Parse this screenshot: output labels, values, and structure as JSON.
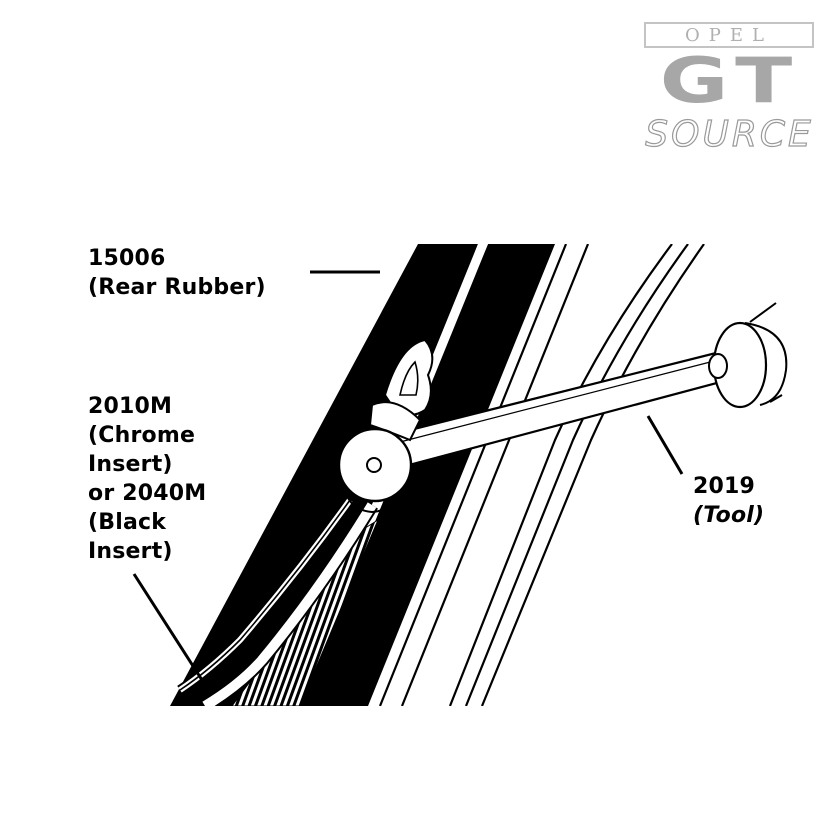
{
  "logo": {
    "brand": "OPEL",
    "model": "GT",
    "tagline": "SOURCE",
    "color": "#a7a7a7"
  },
  "labels": {
    "rear_rubber": {
      "part_number": "15006",
      "description": "(Rear Rubber)"
    },
    "insert": {
      "line1": "2010M",
      "line2": "(Chrome",
      "line3": "Insert)",
      "line4": "or 2040M",
      "line5": "(Black",
      "line6": "Insert)"
    },
    "tool": {
      "part_number": "2019",
      "description": "(Tool)"
    }
  },
  "colors": {
    "ink": "#000000",
    "background": "#ffffff"
  }
}
